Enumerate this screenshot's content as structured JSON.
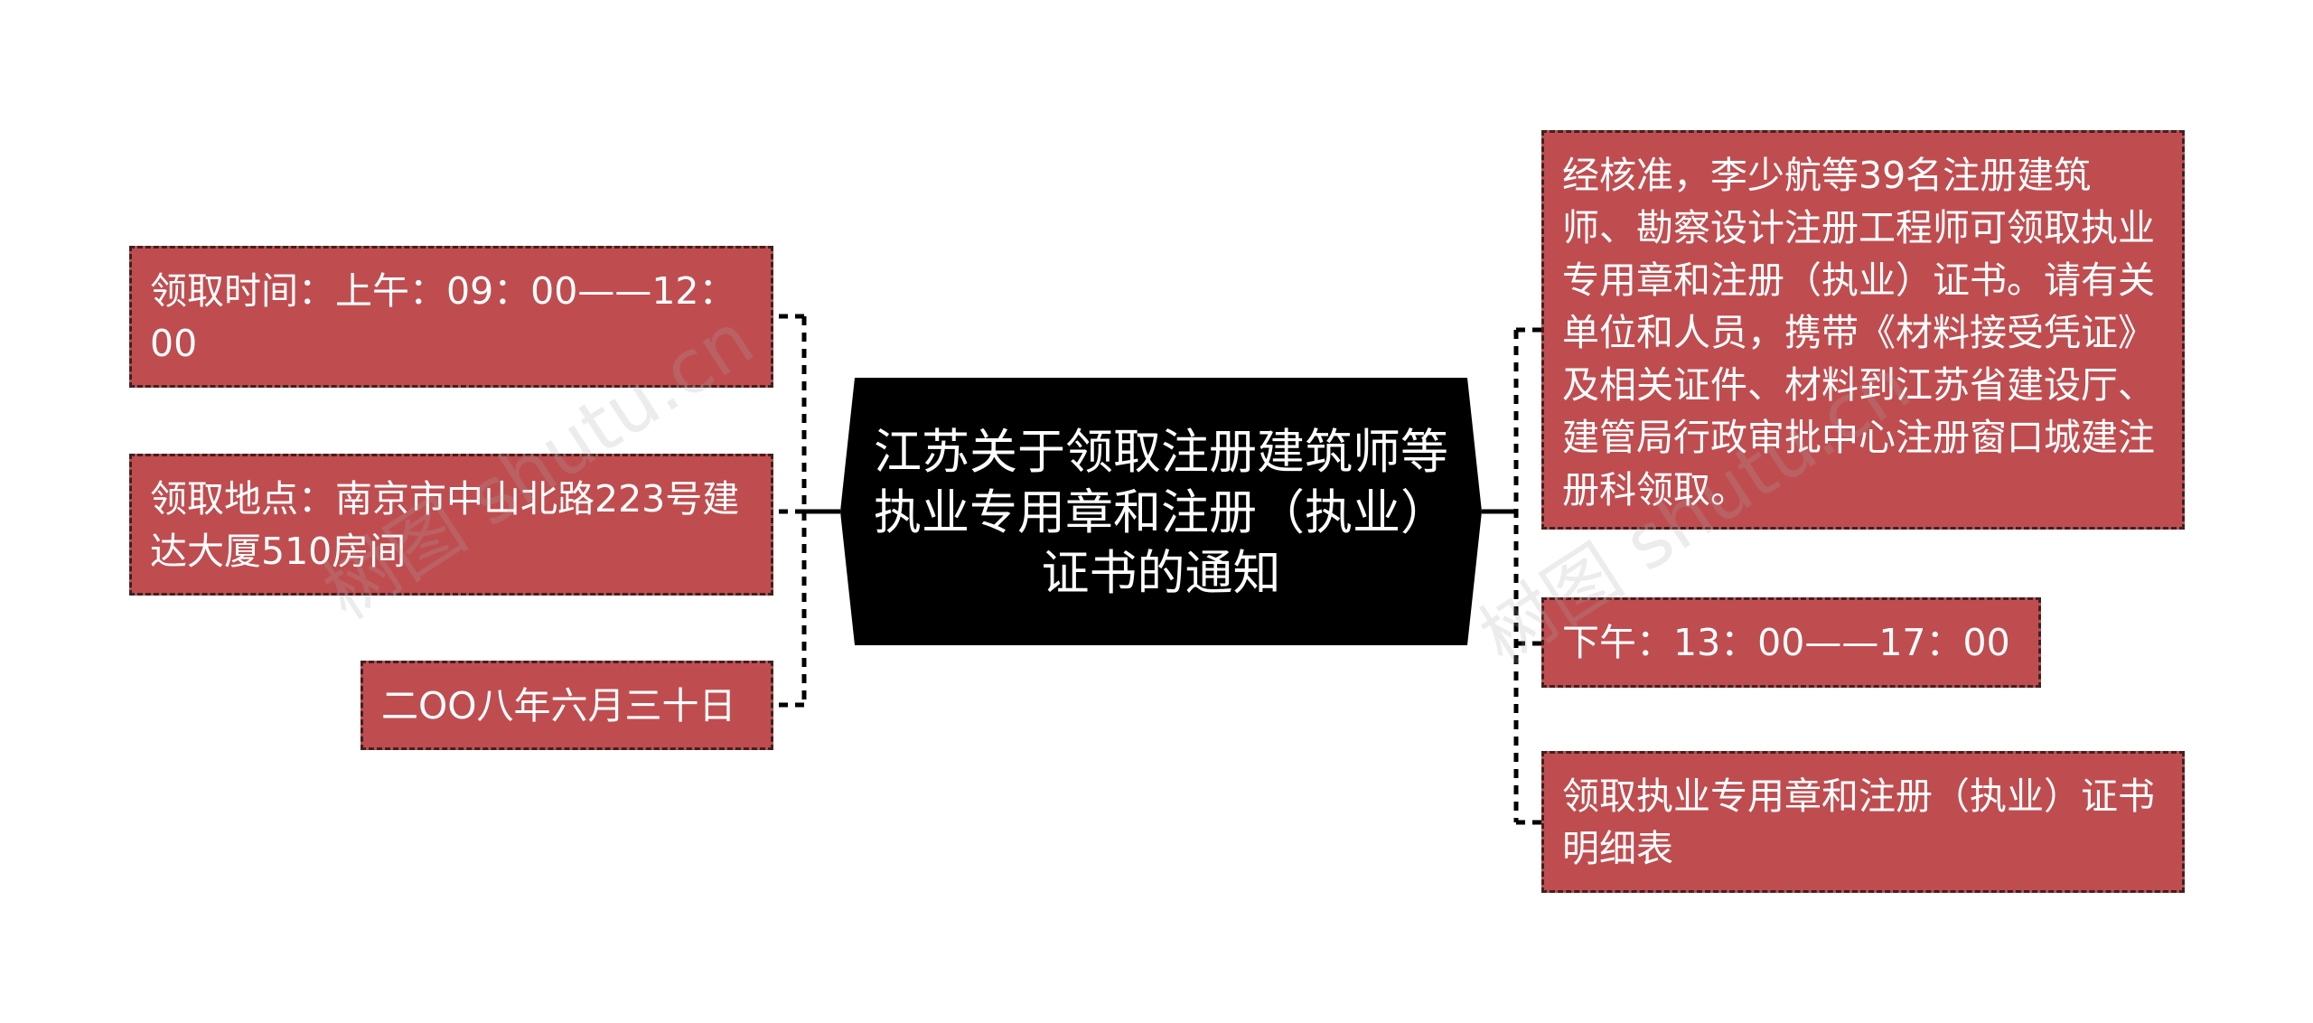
{
  "root": {
    "text": "江苏关于领取注册建筑师等执业专用章和注册（执业）证书的通知"
  },
  "left_nodes": [
    {
      "text": "领取时间：上午：09：00——12：00"
    },
    {
      "text": "领取地点：南京市中山北路223号建达大厦510房间"
    },
    {
      "text": "二OO八年六月三十日"
    }
  ],
  "right_nodes": [
    {
      "text": "经核准，李少航等39名注册建筑师、勘察设计注册工程师可领取执业专用章和注册（执业）证书。请有关单位和人员，携带《材料接受凭证》及相关证件、材料到江苏省建设厅、建管局行政审批中心注册窗口城建注册科领取。"
    },
    {
      "text": "下午：13：00——17：00"
    },
    {
      "text": "领取执业专用章和注册（执业）证书明细表"
    }
  ],
  "watermarks": [
    "树图 shutu.cn",
    "树图 shutu.cn"
  ],
  "colors": {
    "node_fill": "#bf4d50",
    "node_border": "#3d2222",
    "root_fill": "#000000",
    "text": "#ffffff",
    "connector": "#000000"
  }
}
